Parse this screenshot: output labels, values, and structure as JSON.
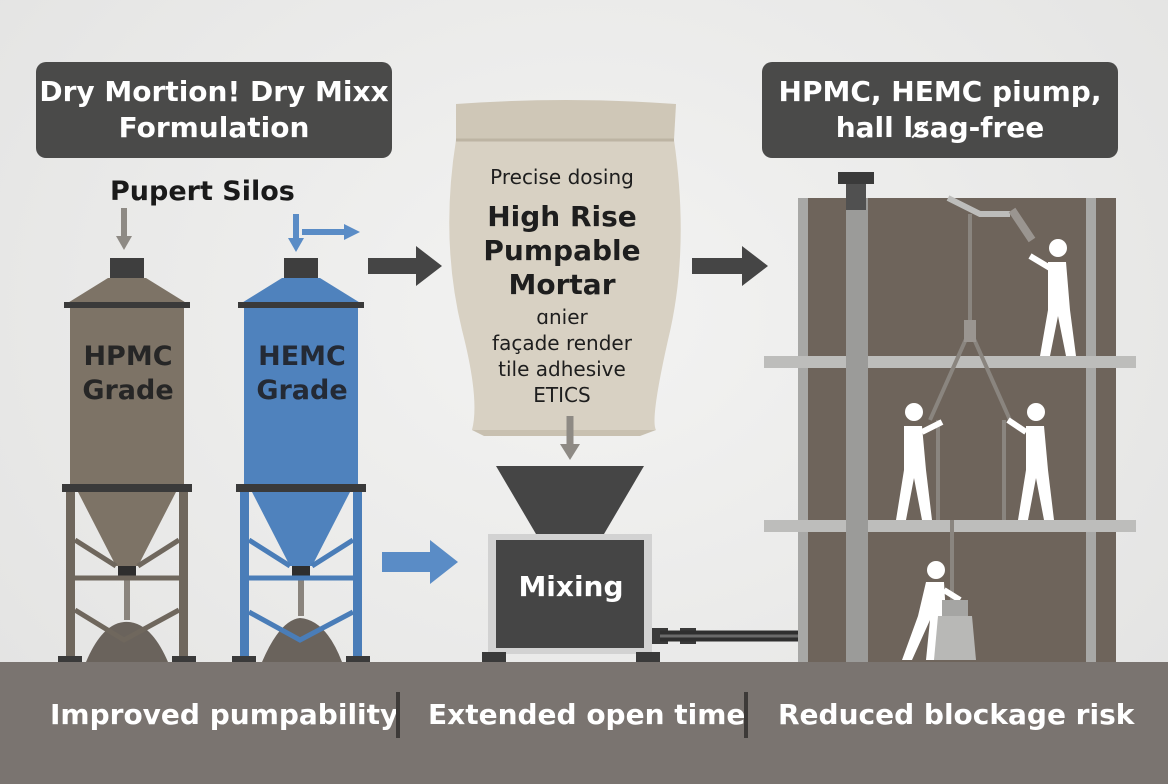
{
  "callouts": {
    "left": {
      "line1": "Dry Mortion! Dry Mixx",
      "line2": "Formulation"
    },
    "right": {
      "line1": "HPMC, HEMC piump,",
      "line2": "hall ls̷ag-free"
    }
  },
  "silos": {
    "heading": "Pupert Silos",
    "hpmc": {
      "line1": "HPMC",
      "line2": "Grade",
      "color": "#7d7366"
    },
    "hemc": {
      "line1": "HEMC",
      "line2": "Grade",
      "color": "#4f82bd"
    }
  },
  "bag": {
    "top_line": "Precise dosing",
    "title_lines": [
      "High Rise",
      "Pumpable",
      "Mortar"
    ],
    "uses": [
      "ɑnier",
      "façade render",
      "tile adhesive",
      "ETICS"
    ],
    "color": "#d8d1c3"
  },
  "mixer": {
    "label": "Mixing"
  },
  "benefits": [
    "Improved pumpability",
    "Extended open time",
    "Reduced blockage risk"
  ],
  "colors": {
    "dark": "#4a4a49",
    "ground": "#7a7470",
    "building": "#6e645b",
    "arrow_blue": "#5a8cc6"
  }
}
